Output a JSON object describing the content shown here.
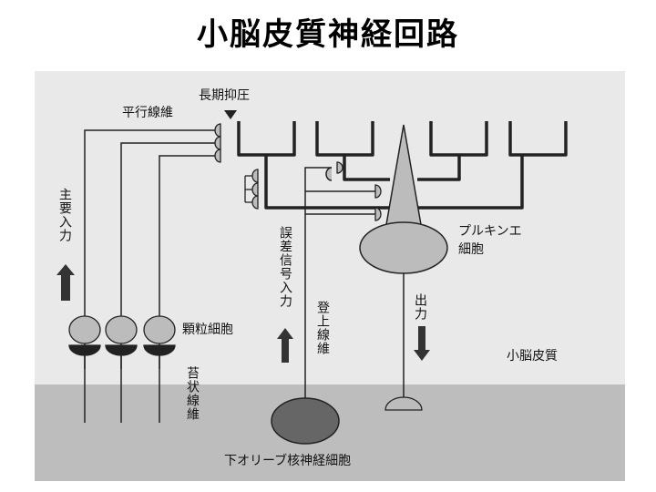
{
  "title": "小脳皮質神経回路",
  "labels": {
    "inhibition": "長期抑圧",
    "parallel_fibers": "平行線維",
    "main_input": "主要入力",
    "granule_cell": "顆粒細胞",
    "mossy_fiber": "苔状線維",
    "error_signal_input": "誤差信号入力",
    "climbing_fiber": "登上線維",
    "purkinje_cell": "プルキンエ細胞",
    "purkinje_line1": "プルキンエ",
    "purkinje_line2": "細胞",
    "output": "出力",
    "cerebellar_cortex": "小脳皮質",
    "inferior_olive": "下オリーブ核神経細胞"
  },
  "colors": {
    "panel": "#e9e9e9",
    "lower_region": "#bdbdbd",
    "cell_fill": "#bcbcbc",
    "olive_fill": "#666666",
    "line": "#222222",
    "arrow": "#333333"
  }
}
